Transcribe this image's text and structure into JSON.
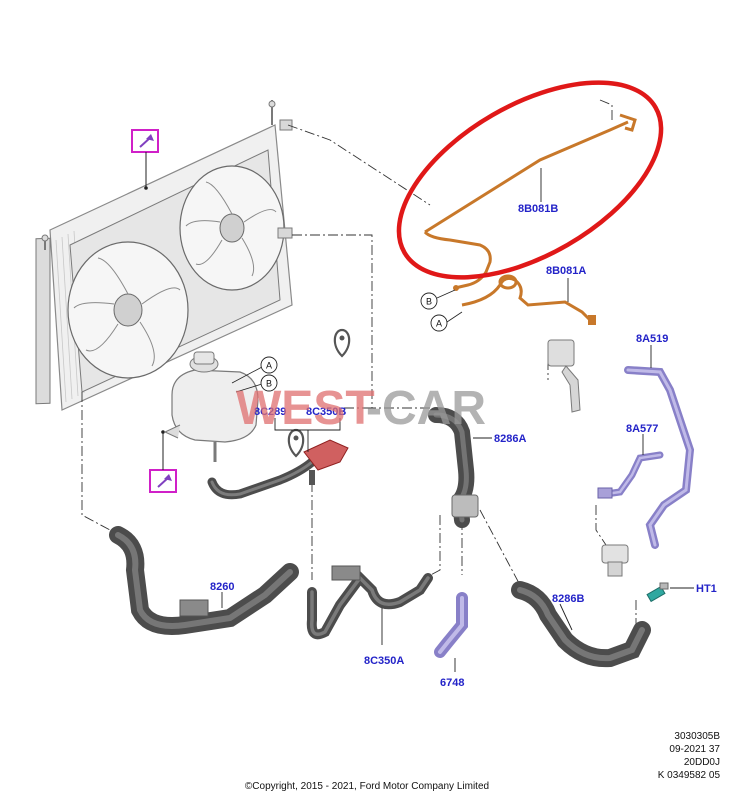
{
  "diagram": {
    "part_labels": {
      "p8B081B": "8B081B",
      "p8B081A": "8B081A",
      "p8A519": "8A519",
      "p8C289": "8C289",
      "p8C350B": "8C350B",
      "p8286A": "8286A",
      "p8A577": "8A577",
      "p8260": "8260",
      "p8286B": "8286B",
      "pHT1": "HT1",
      "p8C350A": "8C350A",
      "p6748": "6748"
    },
    "callouts": {
      "a_top": "A",
      "b_top": "B",
      "a_mid": "A",
      "b_mid": "B"
    },
    "watermark": {
      "part1": "WEST",
      "part2": "-CAR"
    }
  },
  "reference": {
    "line1": "3030305B",
    "line2": "09-2021 37",
    "line3": "20DD0J",
    "line4": "K 0349582 05"
  },
  "copyright": "©Copyright, 2015 - 2021, Ford Motor Company Limited",
  "colors": {
    "label_blue": "#2323c8",
    "highlight_red": "#e01818",
    "pipe_orange": "#c8782a",
    "hose_dark": "#505050",
    "part_lavender": "#a8a0d8",
    "marker_magenta": "#d020c8"
  }
}
